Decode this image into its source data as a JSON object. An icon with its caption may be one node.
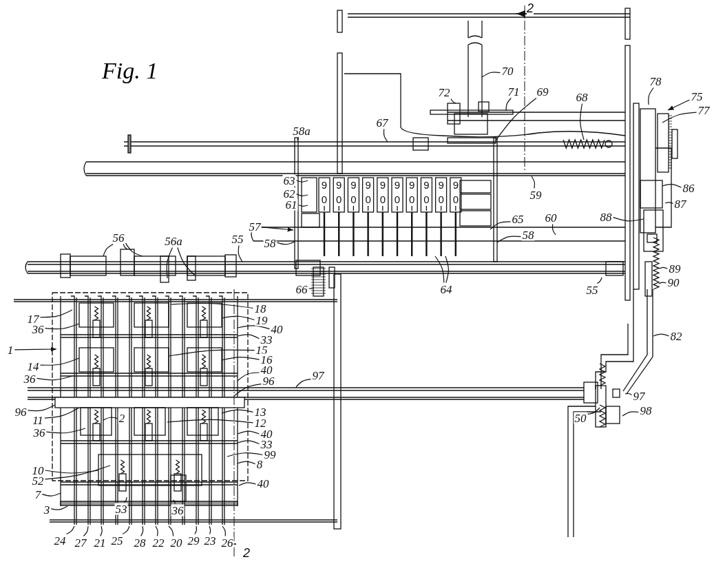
{
  "diagram": {
    "title": "Fig. 1",
    "nodes": [
      {
        "text": [
          "58a"
        ]
      },
      {
        "text": [
          "70"
        ]
      },
      {
        "text": [
          "78"
        ]
      },
      {
        "text": [
          "75"
        ]
      },
      {
        "text": [
          "72"
        ]
      },
      {
        "text": [
          "71"
        ]
      },
      {
        "text": [
          "69"
        ]
      },
      {
        "text": [
          "68"
        ]
      },
      {
        "text": [
          "77"
        ]
      },
      {
        "text": [
          "67"
        ]
      },
      {
        "text": [
          "63"
        ]
      },
      {
        "text": [
          "59"
        ]
      },
      {
        "text": [
          "86"
        ]
      },
      {
        "text": [
          "62"
        ]
      },
      {
        "text": [
          "87"
        ]
      },
      {
        "text": [
          "61"
        ]
      },
      {
        "text": [
          "88"
        ]
      },
      {
        "text": [
          "65"
        ]
      },
      {
        "text": [
          "57"
        ]
      },
      {
        "text": [
          "58"
        ]
      },
      {
        "text": [
          "58"
        ]
      },
      {
        "text": [
          "60"
        ]
      },
      {
        "text": [
          "56"
        ]
      },
      {
        "text": [
          "56a"
        ]
      },
      {
        "text": [
          "55"
        ]
      },
      {
        "text": [
          "89"
        ]
      },
      {
        "text": [
          "90"
        ]
      },
      {
        "text": [
          "66"
        ]
      },
      {
        "text": [
          "64"
        ]
      },
      {
        "text": [
          "55"
        ]
      },
      {
        "text": [
          "17"
        ]
      },
      {
        "text": [
          "18"
        ]
      },
      {
        "text": [
          "36"
        ]
      },
      {
        "text": [
          "19"
        ]
      },
      {
        "text": [
          "40"
        ]
      },
      {
        "text": [
          "33"
        ]
      },
      {
        "text": [
          "82"
        ]
      },
      {
        "text": [
          "1"
        ]
      },
      {
        "text": [
          "15"
        ]
      },
      {
        "text": [
          "14"
        ]
      },
      {
        "text": [
          "16"
        ]
      },
      {
        "text": [
          "40"
        ]
      },
      {
        "text": [
          "36"
        ]
      },
      {
        "text": [
          "96"
        ]
      },
      {
        "text": [
          "97"
        ]
      },
      {
        "text": [
          "96"
        ]
      },
      {
        "text": [
          "97"
        ]
      },
      {
        "text": [
          "11"
        ]
      },
      {
        "text": [
          "13"
        ]
      },
      {
        "text": [
          "2"
        ]
      },
      {
        "text": [
          "98"
        ]
      },
      {
        "text": [
          "12"
        ]
      },
      {
        "text": [
          "50"
        ]
      },
      {
        "text": [
          "36"
        ]
      },
      {
        "text": [
          "40"
        ]
      },
      {
        "text": [
          "33"
        ]
      },
      {
        "text": [
          "99"
        ]
      },
      {
        "text": [
          "8"
        ]
      },
      {
        "text": [
          "10"
        ]
      },
      {
        "text": [
          "52"
        ]
      },
      {
        "text": [
          "40"
        ]
      },
      {
        "text": [
          "7"
        ]
      },
      {
        "text": [
          "3"
        ]
      },
      {
        "text": [
          "53"
        ]
      },
      {
        "text": [
          "36"
        ]
      },
      {
        "text": [
          "24"
        ]
      },
      {
        "text": [
          "27"
        ]
      },
      {
        "text": [
          "21"
        ]
      },
      {
        "text": [
          "25"
        ]
      },
      {
        "text": [
          "28"
        ]
      },
      {
        "text": [
          "22"
        ]
      },
      {
        "text": [
          "20"
        ]
      },
      {
        "text": [
          "29"
        ]
      },
      {
        "text": [
          "23"
        ]
      },
      {
        "text": [
          "26"
        ]
      }
    ],
    "edges": [
      {
        "from": 0,
        "to": null,
        "arrow": "none"
      },
      {
        "from": 1,
        "to": null,
        "arrow": "none"
      },
      {
        "from": 2,
        "to": null,
        "arrow": "none"
      },
      {
        "from": 3,
        "to": null,
        "arrow": "to"
      },
      {
        "from": 4,
        "to": null,
        "arrow": "none"
      },
      {
        "from": 5,
        "to": null,
        "arrow": "none"
      },
      {
        "from": 6,
        "to": null,
        "arrow": "none"
      },
      {
        "from": 7,
        "to": null,
        "arrow": "none"
      },
      {
        "from": 8,
        "to": null,
        "arrow": "none"
      },
      {
        "from": 9,
        "to": null,
        "arrow": "none"
      },
      {
        "from": 10,
        "to": null,
        "arrow": "none"
      },
      {
        "from": 11,
        "to": null,
        "arrow": "none"
      },
      {
        "from": 12,
        "to": null,
        "arrow": "none"
      },
      {
        "from": 13,
        "to": null,
        "arrow": "none"
      },
      {
        "from": 14,
        "to": null,
        "arrow": "none"
      },
      {
        "from": 15,
        "to": null,
        "arrow": "none"
      },
      {
        "from": 16,
        "to": null,
        "arrow": "none"
      },
      {
        "from": 17,
        "to": null,
        "arrow": "none"
      },
      {
        "from": 18,
        "to": null,
        "arrow": "to"
      },
      {
        "from": 19,
        "to": null,
        "arrow": "none"
      },
      {
        "from": 20,
        "to": null,
        "arrow": "none"
      },
      {
        "from": 21,
        "to": null,
        "arrow": "none"
      },
      {
        "from": 22,
        "to": null,
        "arrow": "none"
      },
      {
        "from": 22,
        "to": null,
        "arrow": "none"
      },
      {
        "from": 22,
        "to": null,
        "arrow": "none"
      },
      {
        "from": 23,
        "to": null,
        "arrow": "none"
      },
      {
        "from": 23,
        "to": null,
        "arrow": "none"
      },
      {
        "from": 24,
        "to": null,
        "arrow": "none"
      },
      {
        "from": 25,
        "to": null,
        "arrow": "none"
      },
      {
        "from": 26,
        "to": null,
        "arrow": "none"
      },
      {
        "from": 27,
        "to": null,
        "arrow": "none"
      },
      {
        "from": 28,
        "to": null,
        "arrow": "none"
      },
      {
        "from": 28,
        "to": null,
        "arrow": "none"
      },
      {
        "from": 29,
        "to": null,
        "arrow": "none"
      },
      {
        "from": 30,
        "to": null,
        "arrow": "none"
      },
      {
        "from": 31,
        "to": null,
        "arrow": "none"
      },
      {
        "from": 32,
        "to": null,
        "arrow": "none"
      },
      {
        "from": 33,
        "to": null,
        "arrow": "none"
      },
      {
        "from": 34,
        "to": null,
        "arrow": "none"
      },
      {
        "from": 35,
        "to": null,
        "arrow": "none"
      },
      {
        "from": 36,
        "to": null,
        "arrow": "none"
      },
      {
        "from": 37,
        "to": null,
        "arrow": "to"
      },
      {
        "from": 38,
        "to": null,
        "arrow": "none"
      },
      {
        "from": 39,
        "to": null,
        "arrow": "none"
      },
      {
        "from": 40,
        "to": null,
        "arrow": "none"
      },
      {
        "from": 41,
        "to": null,
        "arrow": "none"
      },
      {
        "from": 42,
        "to": null,
        "arrow": "none"
      },
      {
        "from": 43,
        "to": null,
        "arrow": "none"
      },
      {
        "from": 44,
        "to": null,
        "arrow": "none"
      },
      {
        "from": 45,
        "to": null,
        "arrow": "none"
      },
      {
        "from": 46,
        "to": null,
        "arrow": "none"
      },
      {
        "from": 47,
        "to": null,
        "arrow": "none"
      },
      {
        "from": 48,
        "to": null,
        "arrow": "none"
      },
      {
        "from": 49,
        "to": null,
        "arrow": "none"
      },
      {
        "from": 50,
        "to": null,
        "arrow": "none"
      },
      {
        "from": 51,
        "to": null,
        "arrow": "none"
      },
      {
        "from": 52,
        "to": null,
        "arrow": "none"
      },
      {
        "from": 53,
        "to": null,
        "arrow": "none"
      },
      {
        "from": 54,
        "to": null,
        "arrow": "none"
      },
      {
        "from": 55,
        "to": null,
        "arrow": "none"
      },
      {
        "from": 56,
        "to": null,
        "arrow": "none"
      },
      {
        "from": 57,
        "to": null,
        "arrow": "none"
      },
      {
        "from": 58,
        "to": null,
        "arrow": "none"
      },
      {
        "from": 59,
        "to": null,
        "arrow": "none"
      },
      {
        "from": 60,
        "to": null,
        "arrow": "none"
      },
      {
        "from": 61,
        "to": null,
        "arrow": "none"
      },
      {
        "from": 62,
        "to": null,
        "arrow": "none"
      },
      {
        "from": 63,
        "to": null,
        "arrow": "none"
      },
      {
        "from": 64,
        "to": null,
        "arrow": "none"
      },
      {
        "from": 65,
        "to": null,
        "arrow": "none"
      },
      {
        "from": 66,
        "to": null,
        "arrow": "none"
      },
      {
        "from": 67,
        "to": null,
        "arrow": "none"
      },
      {
        "from": 68,
        "to": null,
        "arrow": "none"
      },
      {
        "from": 69,
        "to": null,
        "arrow": "none"
      },
      {
        "from": 70,
        "to": null,
        "arrow": "none"
      },
      {
        "from": 71,
        "to": null,
        "arrow": "none"
      },
      {
        "from": 72,
        "to": null,
        "arrow": "none"
      },
      {
        "from": 73,
        "to": null,
        "arrow": "none"
      },
      {
        "from": 74,
        "to": null,
        "arrow": "none"
      }
    ],
    "labels": [
      "2",
      "9",
      "9",
      "9",
      "9",
      "9",
      "9",
      "9",
      "9",
      "9",
      "9",
      "0",
      "0",
      "0",
      "0",
      "0",
      "0",
      "0",
      "0",
      "0",
      "0",
      "2"
    ]
  }
}
